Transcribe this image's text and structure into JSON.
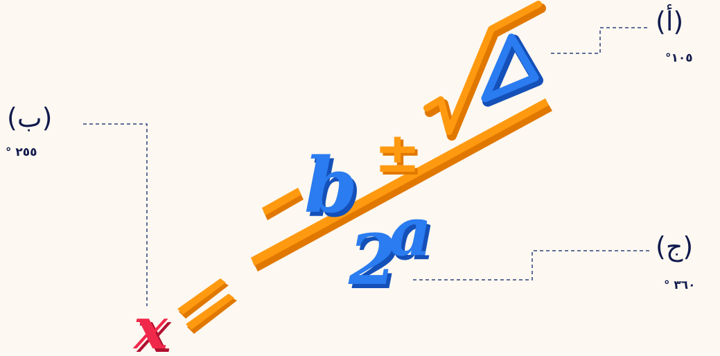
{
  "formula": {
    "variable": "x",
    "equals": "=",
    "minus": "-",
    "b": "b",
    "plus_minus": "±",
    "root": "√",
    "delta": "Δ",
    "denominator_two": "2",
    "denominator_a": "a"
  },
  "callouts": [
    {
      "letter": "(أ)",
      "value": "°١٠٥"
    },
    {
      "letter": "(ب)",
      "value": "° ٢٥٥"
    },
    {
      "letter": "(ج)",
      "value": "° ٣٦٠"
    }
  ],
  "colors": {
    "background": "#fdf8f1",
    "orange": "#ff9a10",
    "orange_shadow": "#e07800",
    "blue": "#2a7cf0",
    "blue_shadow": "#1450b8",
    "red": "#f0284a",
    "red_shadow": "#b01030",
    "guide": "#2b3f7a",
    "text": "#111a4d"
  }
}
